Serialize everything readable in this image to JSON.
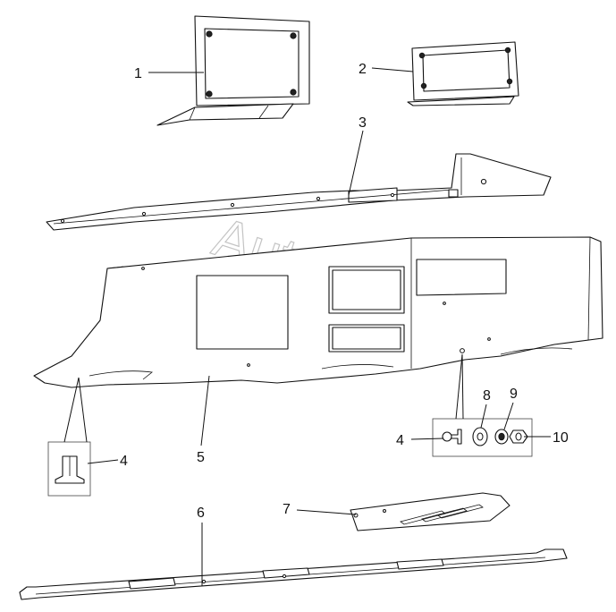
{
  "watermark": "AutoSoft",
  "callouts": {
    "c1": "1",
    "c2": "2",
    "c3": "3",
    "c4a": "4",
    "c4b": "4",
    "c5": "5",
    "c6": "6",
    "c7": "7",
    "c8": "8",
    "c9": "9",
    "c10": "10"
  }
}
